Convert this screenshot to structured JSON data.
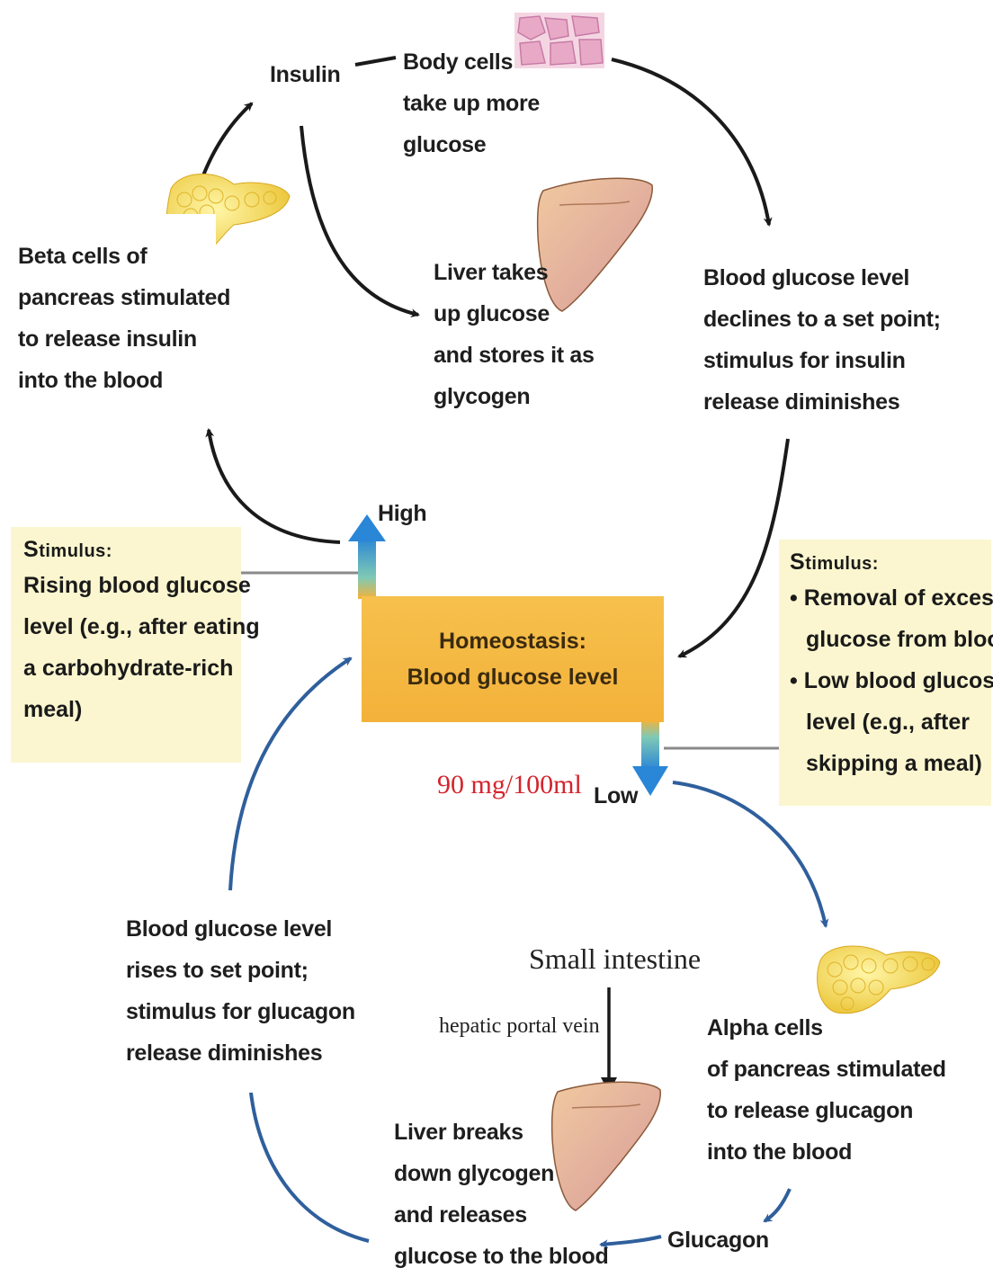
{
  "cycle_top": {
    "insulin": "Insulin",
    "body_cells": [
      "Body cells",
      "take up more",
      "glucose"
    ],
    "liver_takes": [
      "Liver takes",
      "up glucose",
      "and stores it as",
      "glycogen"
    ],
    "beta_cells": [
      "Beta cells of",
      "pancreas stimulated",
      "to release insulin",
      "into the blood"
    ],
    "declines": [
      "Blood glucose level",
      "declines to a set point;",
      "stimulus for insulin",
      "release diminishes"
    ]
  },
  "stimulus_left": {
    "heading": "Stimulus:",
    "lines": [
      "Rising blood glucose",
      "level (e.g., after eating",
      "a carbohydrate-rich",
      "meal)"
    ]
  },
  "stimulus_right": {
    "heading": "Stimulus:",
    "bullet1": [
      "• Removal of excess",
      "glucose from blood"
    ],
    "bullet2": [
      "• Low blood glucose",
      "level (e.g., after",
      "skipping a meal)"
    ]
  },
  "center": {
    "title": "Homeostasis:",
    "subtitle": "Blood glucose level",
    "high": "High",
    "low": "Low",
    "set_point": "90 mg/100ml"
  },
  "cycle_bottom": {
    "rises": [
      "Blood glucose level",
      "rises to set point;",
      "stimulus for glucagon",
      "release diminishes"
    ],
    "small_intestine": "Small intestine",
    "portal_vein": "hepatic portal vein",
    "alpha_cells": [
      "Alpha cells",
      "of pancreas stimulated",
      "to release glucagon",
      "into the blood"
    ],
    "liver_breaks": [
      "Liver breaks",
      "down glycogen",
      "and releases",
      "glucose to the blood"
    ],
    "glucagon": "Glucagon"
  },
  "colors": {
    "insulin_arrow": "#1a1a1a",
    "glucagon_arrow": "#2f5f9c",
    "stimulus_bg": "#fbf6cf",
    "homeostasis_bg": "#f4b941",
    "set_point_text": "#d4242c",
    "high_low_arrow": "#2e8fd6"
  }
}
